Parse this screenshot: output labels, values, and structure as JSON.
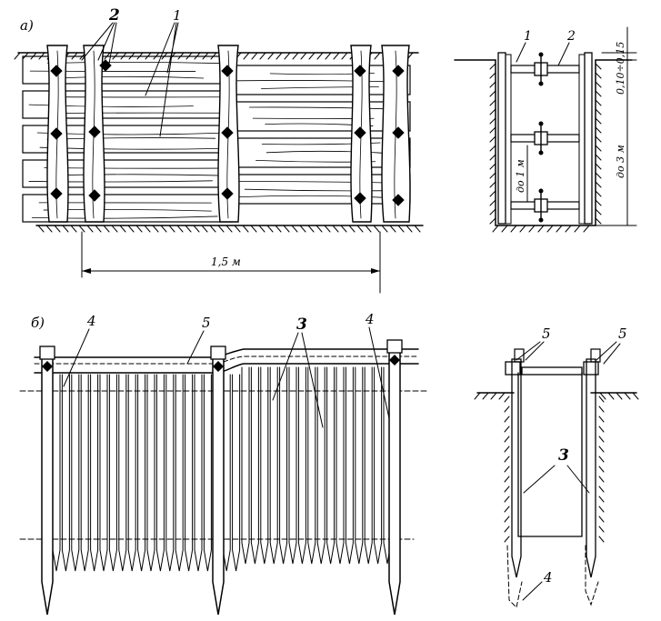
{
  "figure": {
    "panel_a_label": "а)",
    "panel_b_label": "б)",
    "a_front": {
      "label_1": "1",
      "label_2": "2",
      "dim_spacing": "1,5 м"
    },
    "a_section": {
      "label_1": "1",
      "label_2": "2",
      "dim_top": "0,10÷0,15",
      "dim_depth": "до 3 м",
      "dim_step": "до 1 м"
    },
    "b_front": {
      "label_3": "3",
      "label_4_left": "4",
      "label_4_right": "4",
      "label_5": "5"
    },
    "b_section": {
      "label_3": "3",
      "label_4": "4",
      "label_5_left": "5",
      "label_5_right": "5"
    }
  }
}
